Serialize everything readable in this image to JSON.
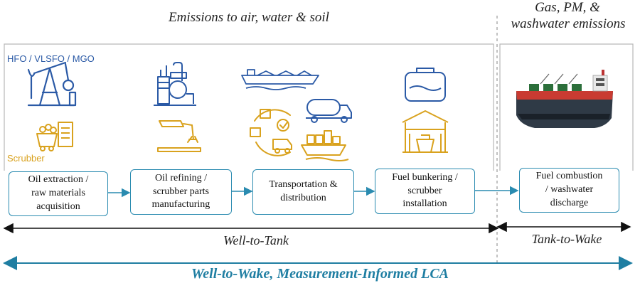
{
  "labels": {
    "emissions_top": "Emissions to air, water & soil",
    "emissions_gas_line1": "Gas, PM, &",
    "emissions_gas_line2": "washwater emissions",
    "fuel_types": "HFO / VLSFO / MGO",
    "scrubber": "Scrubber",
    "well_to_tank": "Well-to-Tank",
    "tank_to_wake": "Tank-to-Wake",
    "well_to_wake": "Well-to-Wake, Measurement-Informed LCA"
  },
  "stages": [
    {
      "line1": "Oil extraction /",
      "line2": "raw materials",
      "line3": "acquisition"
    },
    {
      "line1": "Oil refining /",
      "line2": "scrubber parts",
      "line3": "manufacturing"
    },
    {
      "line1": "Transportation &",
      "line2": "distribution",
      "line3": ""
    },
    {
      "line1": "Fuel bunkering /",
      "line2": "scrubber",
      "line3": "installation"
    },
    {
      "line1": "Fuel combustion",
      "line2": "/ washwater",
      "line3": "discharge"
    }
  ],
  "colors": {
    "fuel_icon": "#2b5aa6",
    "scrubber_icon": "#d9a21e",
    "box_border": "#2a8bb0",
    "lca_arrow": "#1f7ea2"
  }
}
